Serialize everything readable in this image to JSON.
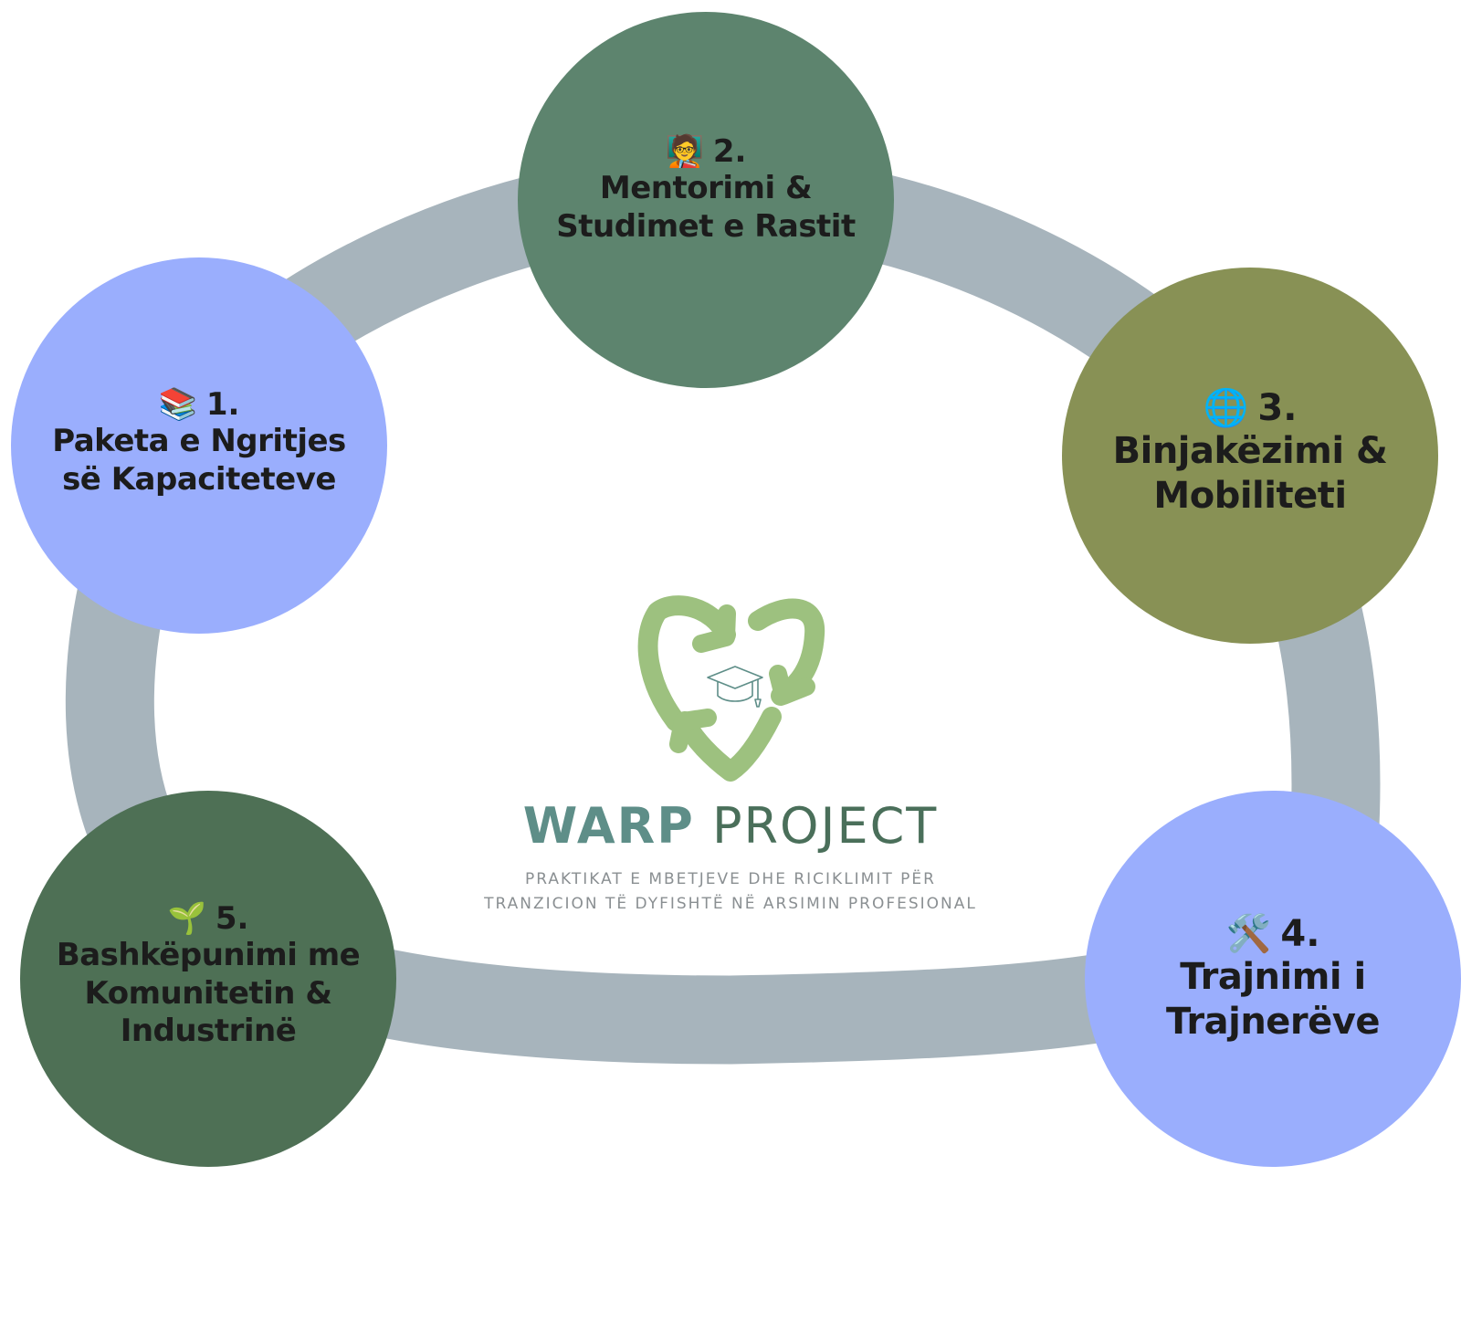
{
  "colors": {
    "ring": "#a7b4bc",
    "node_periwinkle": "#9aaefd",
    "node_sage": "#5d846e",
    "node_olive": "#889155",
    "node_forest": "#4e7055",
    "logo_green": "#9dc17f",
    "warp_teal": "#5e8e88",
    "project_green": "#4a6f5a",
    "subtitle_gray": "#8a8f92"
  },
  "nodes": [
    {
      "icon": "books-icon",
      "emoji": "📚",
      "number": "1.",
      "lines": [
        "Paketa e Ngritjes",
        "së Kapaciteteve"
      ]
    },
    {
      "icon": "teacher-icon",
      "emoji": "🧑‍🏫",
      "number": "2.",
      "lines": [
        "Mentorimi &",
        "Studimet e Rastit"
      ]
    },
    {
      "icon": "globe-icon",
      "emoji": "🌐",
      "number": "3.",
      "lines": [
        "Binjakëzimi &",
        "Mobiliteti"
      ]
    },
    {
      "icon": "tools-icon",
      "emoji": "🛠️",
      "number": "4.",
      "lines": [
        "Trajnimi i",
        "Trajnerëve"
      ]
    },
    {
      "icon": "seedling-icon",
      "emoji": "🌱",
      "number": "5.",
      "lines": [
        "Bashkëpunimi me",
        "Komunitetin &",
        "Industrinë"
      ]
    }
  ],
  "logo": {
    "icon": "recycle-graduation-cap-icon",
    "title_part1": "WARP",
    "title_part2": "PROJECT",
    "subtitle_line1": "PRAKTIKAT E MBETJEVE DHE RICIKLIMIT PËR",
    "subtitle_line2": "TRANZICION TË DYFISHTË NË ARSIMIN PROFESIONAL"
  }
}
